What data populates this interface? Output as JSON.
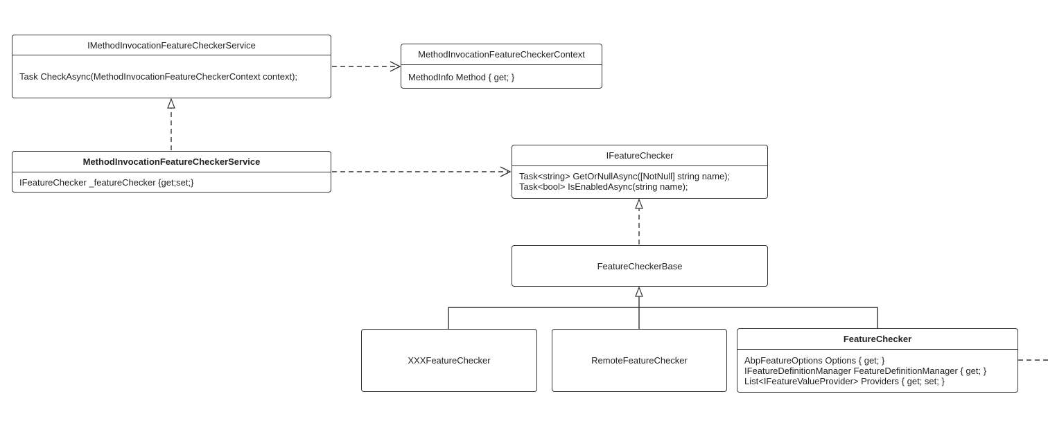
{
  "diagram": {
    "i_service": {
      "name": "IMethodInvocationFeatureCheckerService",
      "members": [
        "Task CheckAsync(MethodInvocationFeatureCheckerContext context);"
      ]
    },
    "context_class": {
      "name": "MethodInvocationFeatureCheckerContext",
      "members": [
        "MethodInfo Method { get; }"
      ]
    },
    "service": {
      "name": "MethodInvocationFeatureCheckerService",
      "members": [
        "IFeatureChecker _featureChecker {get;set;}"
      ]
    },
    "i_feature_checker": {
      "name": "IFeatureChecker",
      "members": [
        "Task<string> GetOrNullAsync([NotNull] string name);",
        "Task<bool> IsEnabledAsync(string name);"
      ]
    },
    "base": {
      "name": "FeatureCheckerBase"
    },
    "xxx": {
      "name": "XXXFeatureChecker"
    },
    "remote": {
      "name": "RemoteFeatureChecker"
    },
    "feature_checker": {
      "name": "FeatureChecker",
      "members": [
        "AbpFeatureOptions Options { get; }",
        "IFeatureDefinitionManager FeatureDefinitionManager { get; }",
        "List<IFeatureValueProvider> Providers { get; set; }"
      ]
    }
  },
  "colors": {
    "stroke": "#333333",
    "text": "#222222",
    "background": "#ffffff"
  }
}
